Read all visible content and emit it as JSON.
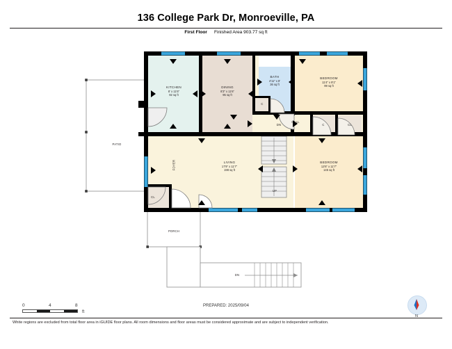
{
  "header": {
    "title": "136 College Park Dr, Monroeville, PA",
    "floor_label": "First Floor",
    "area_label": "Finished Area 903.77 sq ft"
  },
  "footer": {
    "prepared": "PREPARED: 2025/09/04",
    "disclaimer": "White regions are excluded from total floor area in iGUIDE floor plans. All room dimensions and floor areas must be considered approximate and are subject to independent verification."
  },
  "scale": {
    "ticks": [
      "0",
      "4",
      "8"
    ],
    "unit": "ft"
  },
  "compass": {
    "north_label": "N"
  },
  "colors": {
    "wall": "#000000",
    "window": "#3aa6dc",
    "kitchen_fill": "#e4f2ee",
    "dining_fill": "#e8ddd3",
    "bath_fill": "#cfe4f5",
    "bedroom_fill": "#fbeccd",
    "living_fill": "#faf3dc",
    "closet_fill": "#ece4da",
    "outline": "#8c8c8c"
  },
  "rooms": [
    {
      "id": "kitchen",
      "name": "KITCHEN",
      "dimensions": "8' x 11'6\"",
      "area": "92 sq ft"
    },
    {
      "id": "dining",
      "name": "DINING",
      "dimensions": "8'3\" x 11'6\"",
      "area": "95 sq ft"
    },
    {
      "id": "bath",
      "name": "BATH",
      "dimensions": "4'11\" x 8'",
      "area": "36 sq ft"
    },
    {
      "id": "bedroom1",
      "name": "BEDROOM",
      "dimensions": "11'4\" x 9'1\"",
      "area": "99 sq ft"
    },
    {
      "id": "bedroom2",
      "name": "BEDROOM",
      "dimensions": "12'6\" x 11'7\"",
      "area": "145 sq ft"
    },
    {
      "id": "living",
      "name": "LIVING",
      "dimensions": "17'9\" x 11'7\"",
      "area": "198 sq ft"
    }
  ],
  "spaces": [
    {
      "id": "patio",
      "label": "PATIO"
    },
    {
      "id": "porch",
      "label": "PORCH"
    },
    {
      "id": "foyer",
      "label": "FOYER"
    },
    {
      "id": "hall",
      "label": "HALL"
    },
    {
      "id": "closet_foyer",
      "label": "CL"
    },
    {
      "id": "closet_bath",
      "label": "C"
    },
    {
      "id": "closet_hall",
      "label": "C"
    },
    {
      "id": "closet_bedroom",
      "label": "CL"
    }
  ],
  "stairs": [
    {
      "id": "stair_down_hall",
      "label": "DN"
    },
    {
      "id": "stair_up_living",
      "label": "UP"
    },
    {
      "id": "stair_down_lower",
      "label": "DN"
    }
  ]
}
